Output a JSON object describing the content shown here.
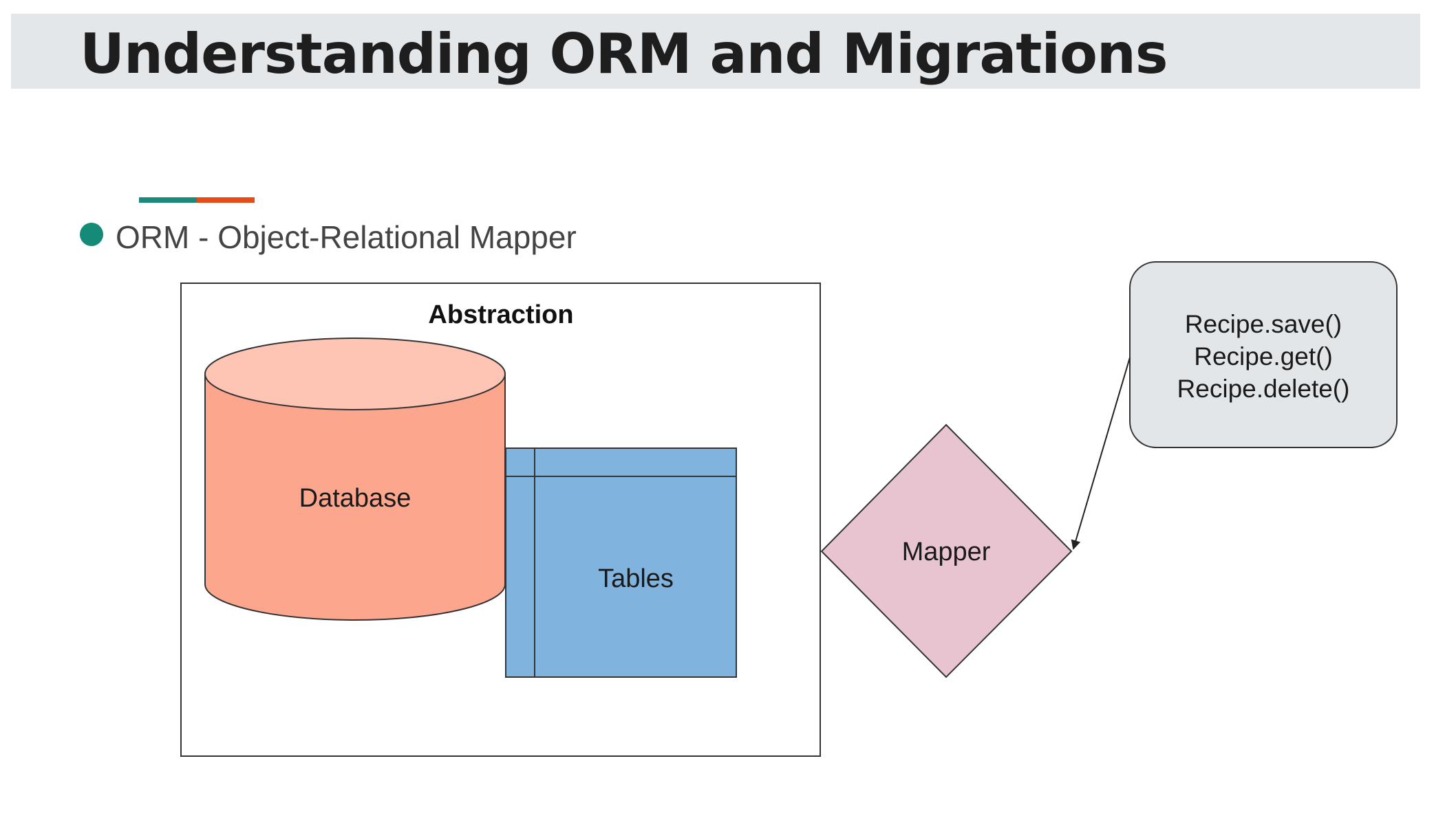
{
  "slide": {
    "title": "Understanding ORM and Migrations",
    "bullet": "ORM - Object-Relational Mapper"
  },
  "diagram": {
    "abstraction_label": "Abstraction",
    "database_label": "Database",
    "tables_label": "Tables",
    "mapper_label": "Mapper",
    "methods": [
      "Recipe.save()",
      "Recipe.get()",
      "Recipe.delete()"
    ]
  },
  "colors": {
    "title_bar": "#e3e7ea",
    "accent_teal": "#1b8a7a",
    "accent_red": "#e64a19",
    "bullet": "#158a78",
    "database_body": "#fca68e",
    "database_top": "#fec4b4",
    "tables": "#80b4de",
    "mapper": "#e8c4d0",
    "methods_box": "#e3e6e8"
  }
}
